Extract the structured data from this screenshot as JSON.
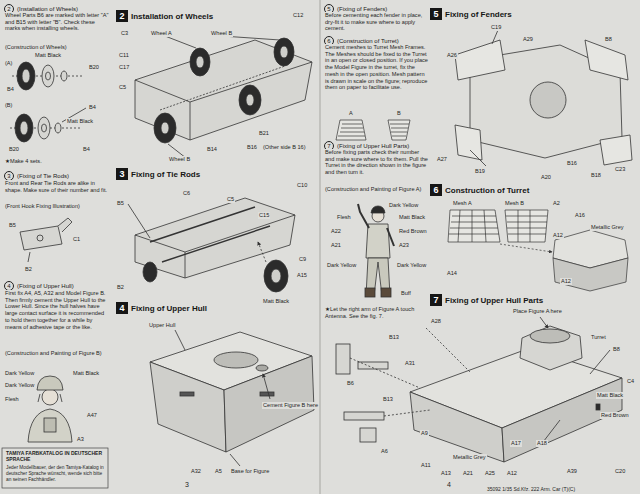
{
  "diagram": {
    "nodes": [
      {
        "text": [
          "2",
          "(Installation of Wheels)"
        ]
      },
      {
        "text": [
          "3",
          "(Fixing of Tie Rods)"
        ]
      },
      {
        "text": [
          "4",
          "(Fixing of Upper Hull)"
        ]
      },
      {
        "text": [
          "2",
          "Installation of Wheels"
        ]
      },
      {
        "text": [
          "3",
          "Fixing of Tie Rods"
        ]
      },
      {
        "text": [
          "4",
          "Fixing of Upper Hull"
        ]
      },
      {
        "text": [
          "5",
          "(Fixing of Fenders)"
        ]
      },
      {
        "text": [
          "6",
          "(Construction of Turret)"
        ]
      },
      {
        "text": [
          "7",
          "(Fixing of Upper Hull Parts)"
        ]
      },
      {
        "text": [
          "5",
          "Fixing of Fenders"
        ]
      },
      {
        "text": [
          "6",
          "Construction of Turret"
        ]
      },
      {
        "text": [
          "7",
          "Fixing of Upper Hull Parts"
        ]
      }
    ],
    "labels": [
      "Wheel Parts B6 are marked with letter \"A\" and B15 with letter \"B\". Check these marks when installing wheels.",
      "(Construction of Wheels)",
      "(A)",
      "Matt Black",
      "B20",
      "B4",
      "(B)",
      "B4",
      "Matt Black",
      "B20",
      "B4",
      "★Make 4 sets.",
      "Front and Rear Tie Rods are alike in shape. Make sure of their number and fit.",
      "(Front Hook Fixing Illustration)",
      "B5",
      "C1",
      "B2",
      "First fix A4, A5, A32 and Model Figure B. Then firmly cement the Upper Hull to the Lower Hull. Since the hull halves have large contact surface it is recommended to hold them together for a while by means of adhesive tape or the like.",
      "(Construction and Painting of Figure B)",
      "Dark Yellow",
      "Matt Black",
      "Dark Yellow",
      "Flesh",
      "A47",
      "A3",
      "TAMIYA FARBKATALOG IN DEUTSCHER SPRACHE",
      "Jeder Modellbauer, der den Tamiya-Katalog in deutscher Sprache wünscht, wende sich bitte an seinen Fachhändler.",
      "C12",
      "C3",
      "Wheel A",
      "Wheel B",
      "C11",
      "C17",
      "C5",
      "B14",
      "B21",
      "B16",
      "(Other side B 16)",
      "Wheel B",
      "C10",
      "B5",
      "C6",
      "C5",
      "C15",
      "B2",
      "C9",
      "A15",
      "Matt Black",
      "Upper Hull",
      "Cement Figure B here",
      "A32",
      "A5",
      "Base for Figure",
      "3",
      "Before cementing each fender in place, dry-fit it to make sure where to apply cement.",
      "Cement meshes to Turret Mesh Frames. The Meshes should be fixed to the Turret in an open or closed position. If you place the Model Figure in the turret, fix the mesh in the open position. Mesh pattern is drawn in scale on the figure; reproduce them on paper to facilitate use.",
      "A",
      "B",
      "Before fixing parts check their number and make sure where to fix them. Pull the Turret in the direction shown in the figure and then turn it.",
      "(Construction and Painting of Figure A)",
      "Dark Yellow",
      "Flesh",
      "Matt Black",
      "A22",
      "Red Brown",
      "A21",
      "A23",
      "Dark Yellow",
      "Dark Yellow",
      "Buff",
      "★Let the right arm of Figure A touch Antenna. See the fig. 7.",
      "A26",
      "C19",
      "A29",
      "B8",
      "A27",
      "B19",
      "A20",
      "B16",
      "B18",
      "C23",
      "Mesh A",
      "Mesh B",
      "A2",
      "A16",
      "Metallic Grey",
      "A12",
      "A14",
      "A12",
      "Place Figure A here",
      "Turret",
      "A28",
      "B13",
      "B8",
      "A31",
      "B6",
      "B13",
      "C4",
      "Matt Black",
      "Red Brown",
      "A9",
      "A6",
      "Metallic Grey",
      "A11",
      "A13",
      "A21",
      "A25",
      "A12",
      "A17",
      "A18",
      "A39",
      "C20",
      "4",
      "35092 1/35 Sd.Kfz. 222 Arm. Car (T)(C)"
    ]
  }
}
